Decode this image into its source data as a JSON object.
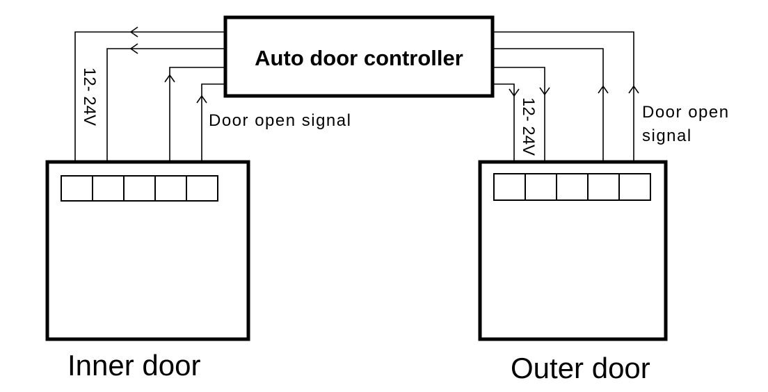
{
  "controller": {
    "label": "Auto door controller"
  },
  "inner_door": {
    "caption": "Inner door",
    "voltage_label": "12- 24V",
    "signal_label": "Door open signal"
  },
  "outer_door": {
    "caption": "Outer door",
    "voltage_label": "12- 24V",
    "signal_label_line1": "Door open",
    "signal_label_line2": "signal"
  }
}
